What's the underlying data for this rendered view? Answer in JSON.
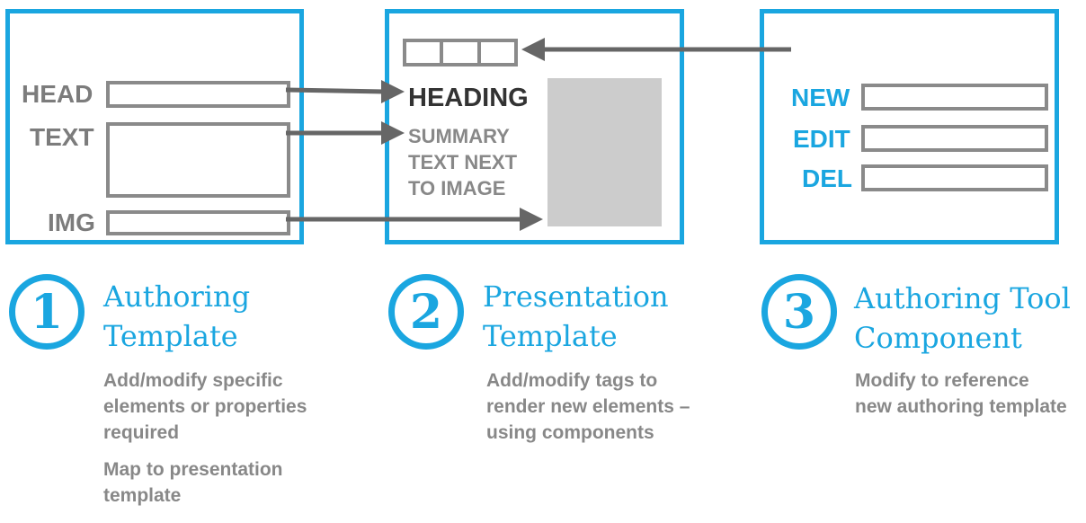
{
  "authoring_panel": {
    "labels": {
      "head": "HEAD",
      "text": "TEXT",
      "img": "IMG"
    }
  },
  "presentation_panel": {
    "heading": "HEADING",
    "summary": [
      "SUMMARY",
      "TEXT NEXT",
      "TO IMAGE"
    ]
  },
  "tool_panel": {
    "labels": {
      "new": "NEW",
      "edit": "EDIT",
      "del": "DEL"
    }
  },
  "steps": [
    {
      "number": "1",
      "title": [
        "Authoring",
        "Template"
      ],
      "description": [
        "Add/modify specific elements or properties required",
        "Map to presentation template"
      ]
    },
    {
      "number": "2",
      "title": [
        "Presentation",
        "Template"
      ],
      "description": [
        "Add/modify tags to render new elements – using components"
      ]
    },
    {
      "number": "3",
      "title": [
        "Authoring Tool",
        "Component"
      ],
      "description": [
        "Modify to reference new authoring template"
      ]
    }
  ],
  "colors": {
    "accent": "#1aa6e0",
    "field_border": "#8a8a8a",
    "arrow": "#666666",
    "image_placeholder": "#cccccc"
  }
}
